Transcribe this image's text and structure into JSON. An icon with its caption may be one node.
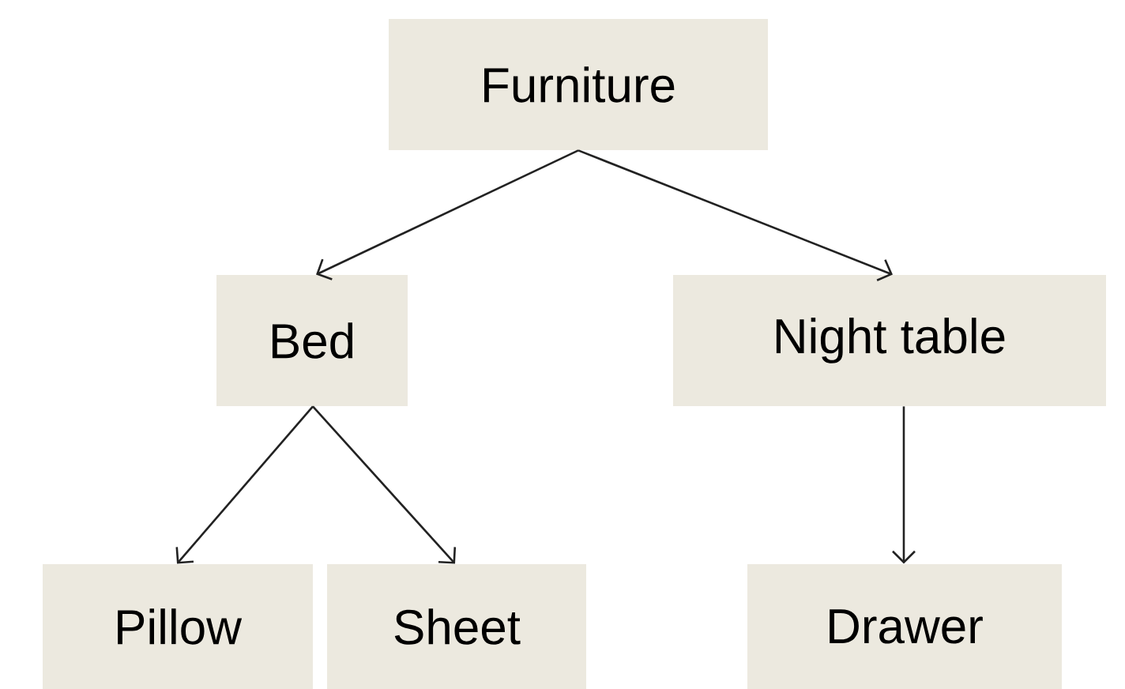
{
  "diagram": {
    "nodes": [
      {
        "text": [
          "Furniture"
        ]
      },
      {
        "text": [
          "Bed"
        ]
      },
      {
        "text": [
          "Night table"
        ]
      },
      {
        "text": [
          "Pillow"
        ]
      },
      {
        "text": [
          "Sheet"
        ]
      },
      {
        "text": [
          "Drawer"
        ]
      }
    ],
    "edges": [
      {
        "from": 0,
        "to": 1,
        "arrow": "to"
      },
      {
        "from": 0,
        "to": 2,
        "arrow": "to"
      },
      {
        "from": 1,
        "to": 3,
        "arrow": "to"
      },
      {
        "from": 1,
        "to": 4,
        "arrow": "to"
      },
      {
        "from": 2,
        "to": 5,
        "arrow": "to"
      }
    ]
  }
}
